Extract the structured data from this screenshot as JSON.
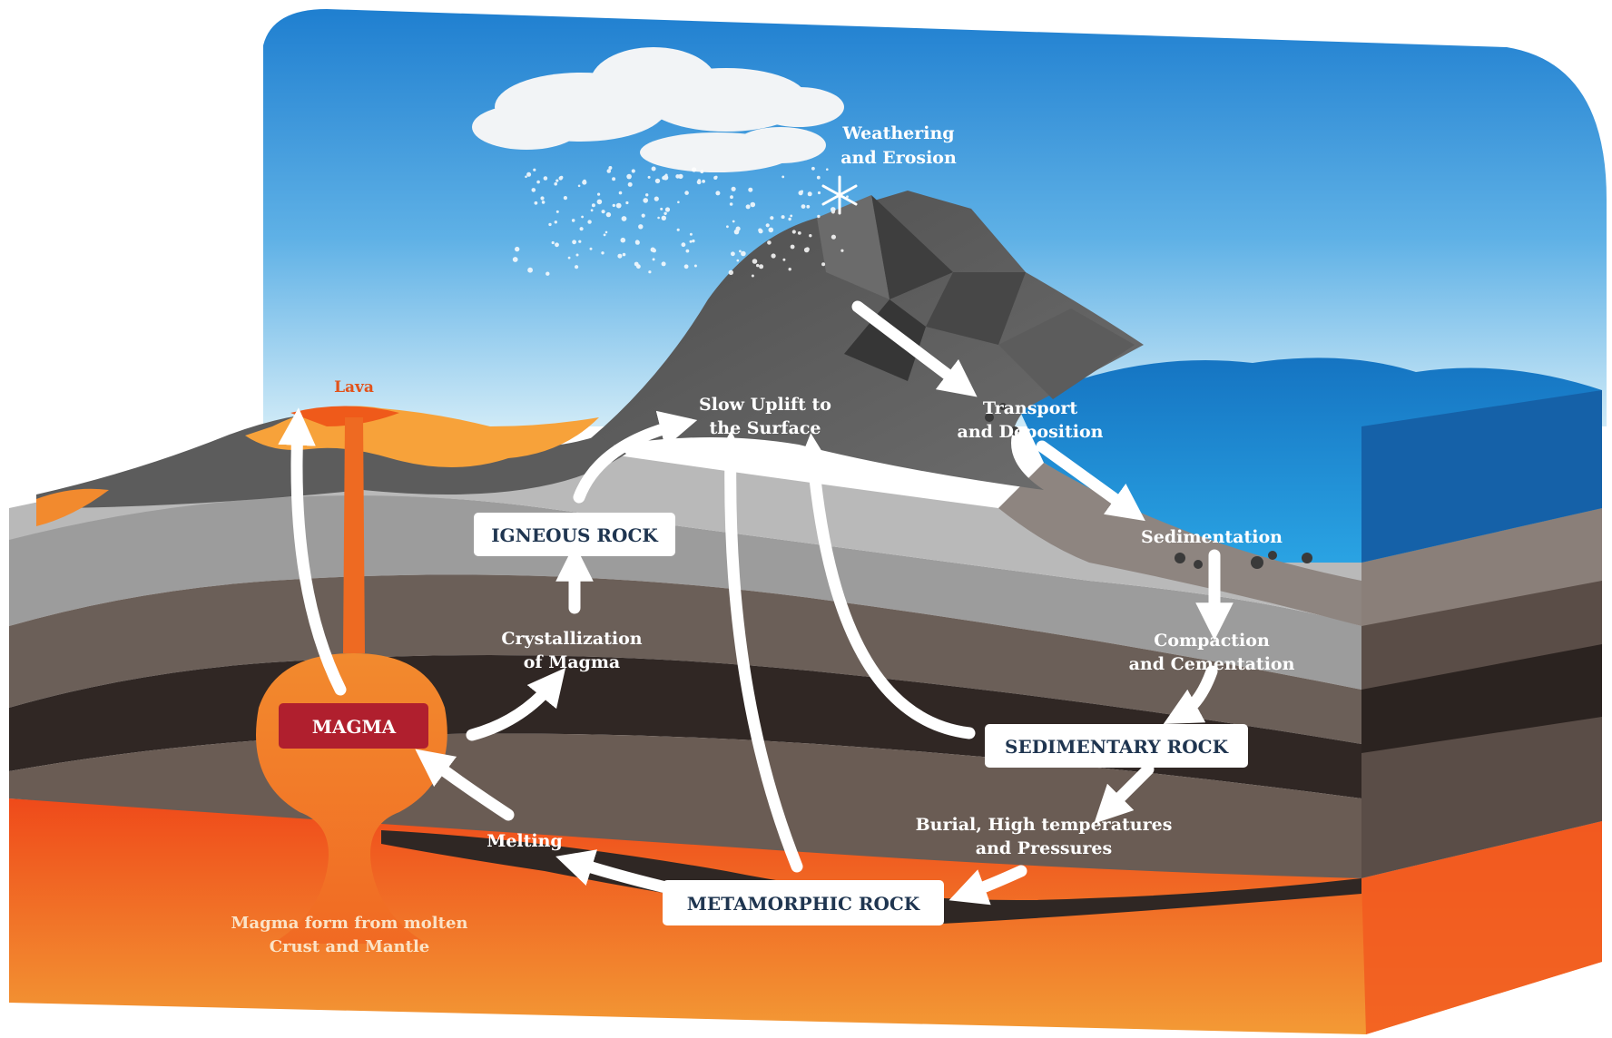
{
  "labels": {
    "lava": "Lava",
    "weathering_line1": "Weathering",
    "weathering_line2": "and Erosion",
    "uplift_line1": "Slow Uplift to",
    "uplift_line2": "the Surface",
    "transport_line1": "Transport",
    "transport_line2": "and Deposition",
    "sedimentation": "Sedimentation",
    "compaction_line1": "Compaction",
    "compaction_line2": "and Cementation",
    "crystallization_line1": "Crystallization",
    "crystallization_line2": "of Magma",
    "burial_line1": "Burial, High temperatures",
    "burial_line2": "and Pressures",
    "melting": "Melting",
    "magma_source_line1": "Magma form from molten",
    "magma_source_line2": "Crust and Mantle"
  },
  "boxes": {
    "igneous": "IGNEOUS ROCK",
    "sedimentary": "SEDIMENTARY ROCK",
    "metamorphic": "METAMORPHIC ROCK",
    "magma": "MAGMA"
  },
  "colors": {
    "sky_top": "#1f7fd0",
    "sky_bottom": "#c9e7f6",
    "ocean": "#1a86d4",
    "mountain": "#595959",
    "magma": "#ef7a2a",
    "mantle": "#f0561e",
    "layer_light": "#9f9f9f",
    "layer_mid": "#6a5e57",
    "layer_dark": "#2f2724",
    "box_text": "#1f3550",
    "magma_box": "#b01f2e"
  }
}
